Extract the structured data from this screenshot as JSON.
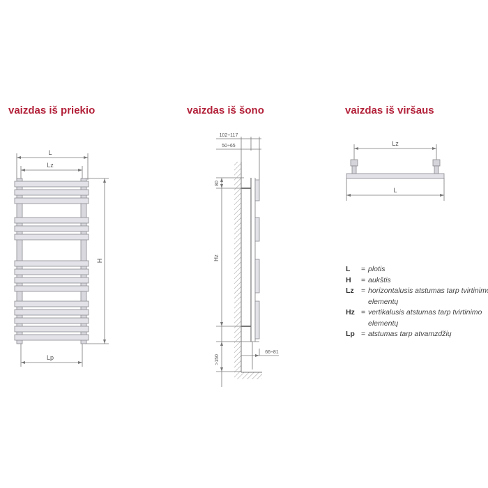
{
  "headings": {
    "front": "vaizdas iš priekio",
    "side": "vaizdas iš šono",
    "top": "vaizdas iš viršaus"
  },
  "front_view": {
    "label_L": "L",
    "label_Lz": "Lz",
    "label_H": "H",
    "label_Lp": "Lp"
  },
  "side_view": {
    "label_depth_total": "102÷117",
    "label_depth_wall": "50÷65",
    "label_top_offset": "80",
    "label_Hz": "Hz",
    "label_floor": ">150",
    "label_pipe": "66÷81"
  },
  "top_view": {
    "label_Lz": "Lz",
    "label_L": "L"
  },
  "legend": [
    {
      "symbol": "L",
      "desc": "plotis"
    },
    {
      "symbol": "H",
      "desc": "aukštis"
    },
    {
      "symbol": "Lz",
      "desc": "horizontalusis atstumas tarp tvirtinimo elementų"
    },
    {
      "symbol": "Hz",
      "desc": "vertikalusis atstumas tarp tvirtinimo elementų"
    },
    {
      "symbol": "Lp",
      "desc": "atstumas tarp atvamzdžių"
    }
  ],
  "colors": {
    "heading": "#b3223a",
    "line": "#777777",
    "panel": "#e2e2e8",
    "panel_stroke": "#8a8a90"
  }
}
